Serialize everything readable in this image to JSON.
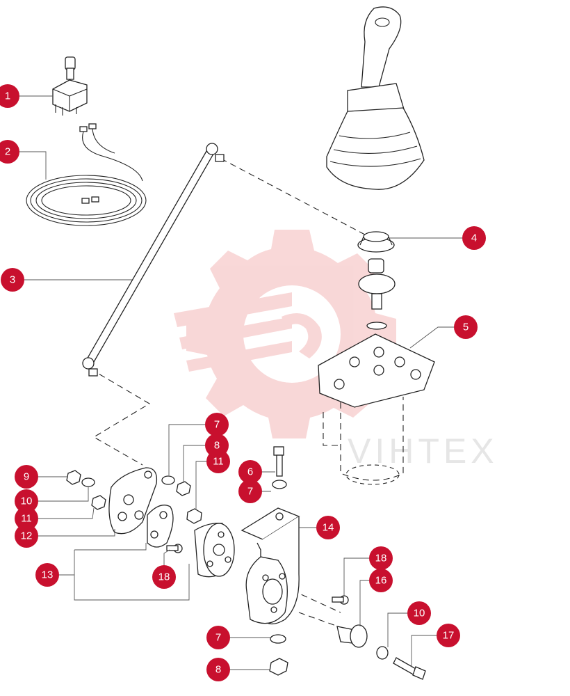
{
  "diagram": {
    "watermark": "VIHTEX",
    "colors": {
      "callout": "#c8102e",
      "callout_text": "#ffffff",
      "line": "#222222",
      "watermark_gear": "#f4b8b8"
    },
    "callouts": [
      "1",
      "2",
      "3",
      "4",
      "5",
      "7",
      "8",
      "11",
      "9",
      "10",
      "11",
      "12",
      "6",
      "7",
      "14",
      "13",
      "18",
      "18",
      "16",
      "10",
      "17",
      "7",
      "8"
    ]
  }
}
